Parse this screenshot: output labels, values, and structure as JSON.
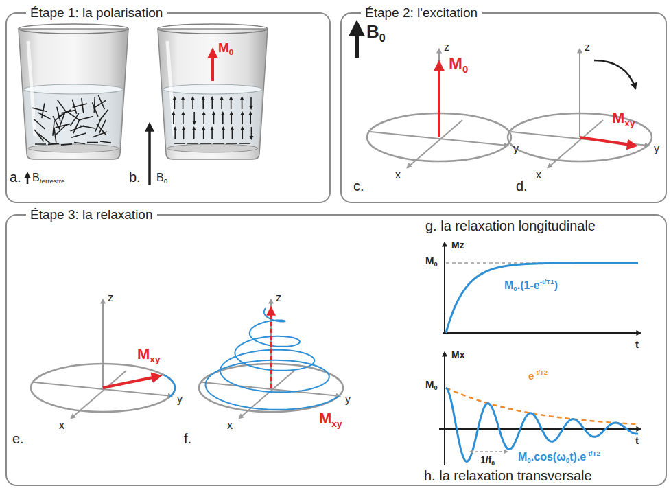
{
  "diagram": {
    "nodes": [
      {
        "text": [
          "Étape 1: la polarisation"
        ]
      },
      {
        "text": [
          "Étape 2: l'excitation"
        ]
      },
      {
        "text": [
          "Étape 3: la relaxation"
        ]
      }
    ],
    "labels": [
      "a.",
      "B",
      "terrestre",
      "b.",
      "B",
      "0",
      "M",
      "0",
      "B",
      "0",
      "z",
      "M",
      "0",
      "x",
      "y",
      "c.",
      "z",
      "M",
      "xy",
      "x",
      "y",
      "d.",
      "z",
      "M",
      "xy",
      "x",
      "y",
      "e.",
      "z",
      "M",
      "xy",
      "x",
      "y",
      "f.",
      "g. la relaxation longitudinale",
      "Mz",
      "M",
      "0",
      "t",
      "M",
      "0",
      ".(1-e",
      "-t/T1",
      ")",
      "Mx",
      "M",
      "0",
      "e",
      "-t/T2",
      "t",
      "1/f",
      "0",
      "M",
      "0",
      ".cos(ω",
      "0",
      "t).e",
      "-t/T2",
      "h. la relaxation transversale"
    ]
  }
}
